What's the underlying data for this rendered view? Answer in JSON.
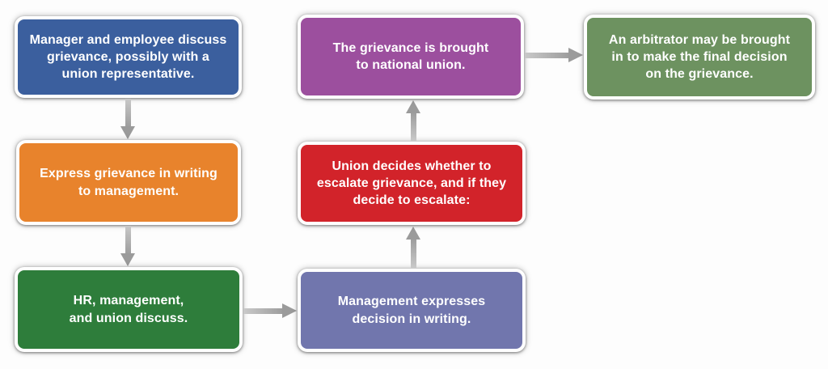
{
  "diagram": {
    "name": "grievance-process-flowchart",
    "background_color": "#fdfdfd",
    "text_color": "#ffffff",
    "arrow_color": "#9b9b9b",
    "boxes": [
      {
        "id": "step-1",
        "label": "Manager and employee discuss\ngrievance, possibly with a\nunion representative.",
        "color": "#3b5f9e"
      },
      {
        "id": "step-2",
        "label": "Express grievance in writing\nto management.",
        "color": "#e8832c"
      },
      {
        "id": "step-3",
        "label": "HR, management,\nand union discuss.",
        "color": "#2e7d3b"
      },
      {
        "id": "step-4",
        "label": "Management expresses\ndecision in writing.",
        "color": "#7176ad"
      },
      {
        "id": "step-5",
        "label": "Union decides whether to\nescalate grievance, and if they\ndecide to escalate:",
        "color": "#d2232a"
      },
      {
        "id": "step-6",
        "label": "The grievance is brought\nto national union.",
        "color": "#9c4f9e"
      },
      {
        "id": "step-7",
        "label": "An arbitrator may be brought\nin to make the final decision\non the grievance.",
        "color": "#6d9260"
      }
    ],
    "arrows": [
      {
        "from": "step-1",
        "to": "step-2",
        "direction": "down"
      },
      {
        "from": "step-2",
        "to": "step-3",
        "direction": "down"
      },
      {
        "from": "step-3",
        "to": "step-4",
        "direction": "right"
      },
      {
        "from": "step-4",
        "to": "step-5",
        "direction": "up"
      },
      {
        "from": "step-5",
        "to": "step-6",
        "direction": "up"
      },
      {
        "from": "step-6",
        "to": "step-7",
        "direction": "right"
      }
    ]
  }
}
